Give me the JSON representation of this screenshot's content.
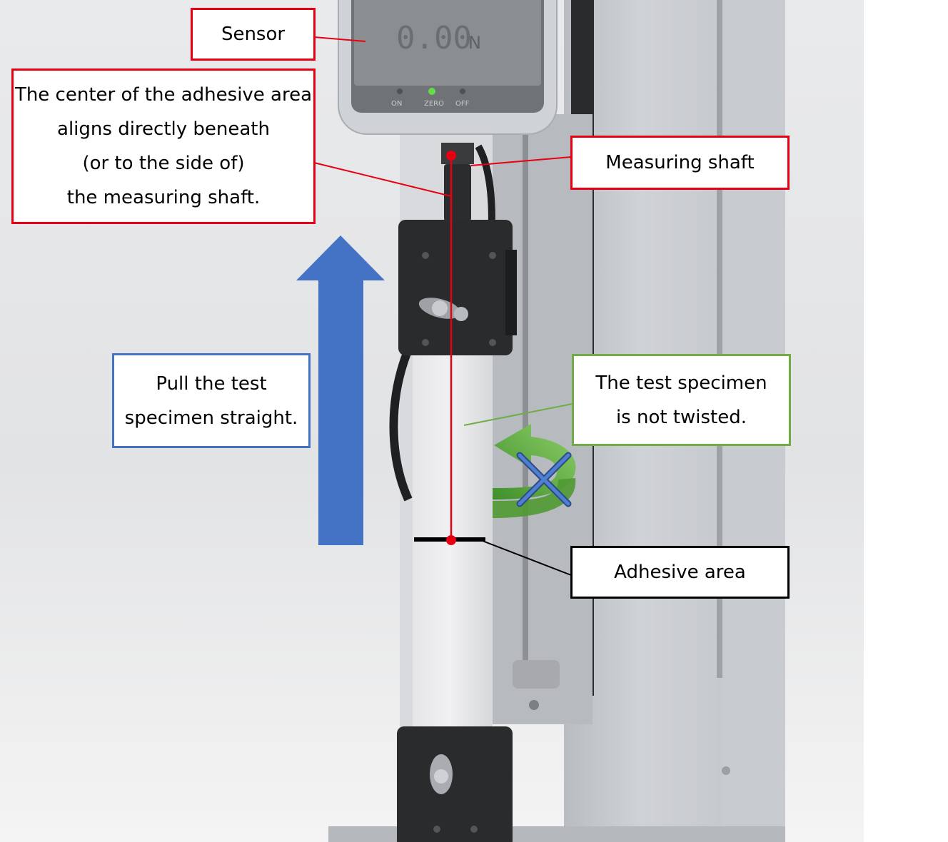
{
  "colors": {
    "callout_red": "#e60012",
    "callout_blue": "#4472c4",
    "callout_green": "#70ad47",
    "callout_black": "#000000",
    "arrow_blue": "#4472c4",
    "twist_arrow_green": "#5fa83a"
  },
  "device": {
    "display_value": "0.00",
    "display_unit": "N",
    "button_labels": [
      "ON",
      "ZERO",
      "OFF"
    ]
  },
  "callouts": {
    "sensor": "Sensor",
    "center_alignment": [
      "The center of the adhesive area",
      "aligns directly beneath",
      "(or to the side of)",
      "the measuring shaft."
    ],
    "measuring_shaft": "Measuring shaft",
    "pull_straight": [
      "Pull the test",
      "specimen straight."
    ],
    "not_twisted": [
      "The test specimen",
      "is not twisted."
    ],
    "adhesive_area": "Adhesive area"
  },
  "icons": [
    "up-arrow-icon",
    "twist-arrow-icon",
    "x-mark-icon"
  ]
}
